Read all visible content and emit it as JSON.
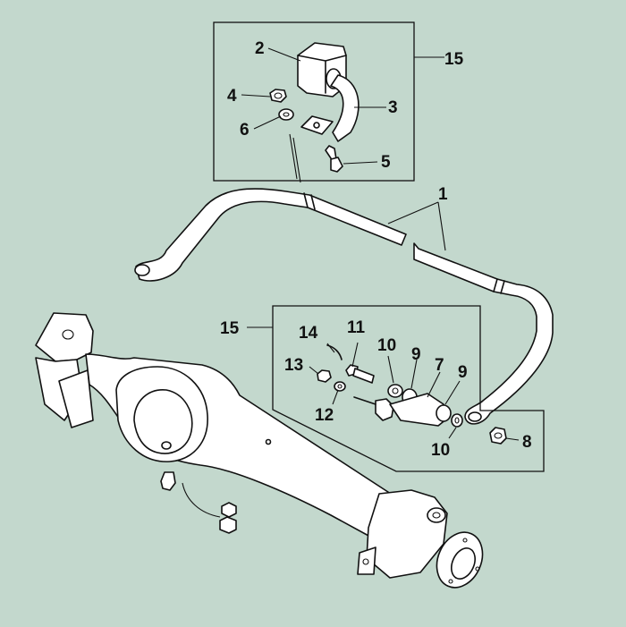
{
  "diagram": {
    "background": "#c3d8cd",
    "line_color": "#111111",
    "callouts": [
      "1",
      "2",
      "3",
      "4",
      "5",
      "6",
      "7",
      "8",
      "9",
      "9",
      "10",
      "10",
      "11",
      "12",
      "13",
      "14",
      "15",
      "15"
    ]
  }
}
